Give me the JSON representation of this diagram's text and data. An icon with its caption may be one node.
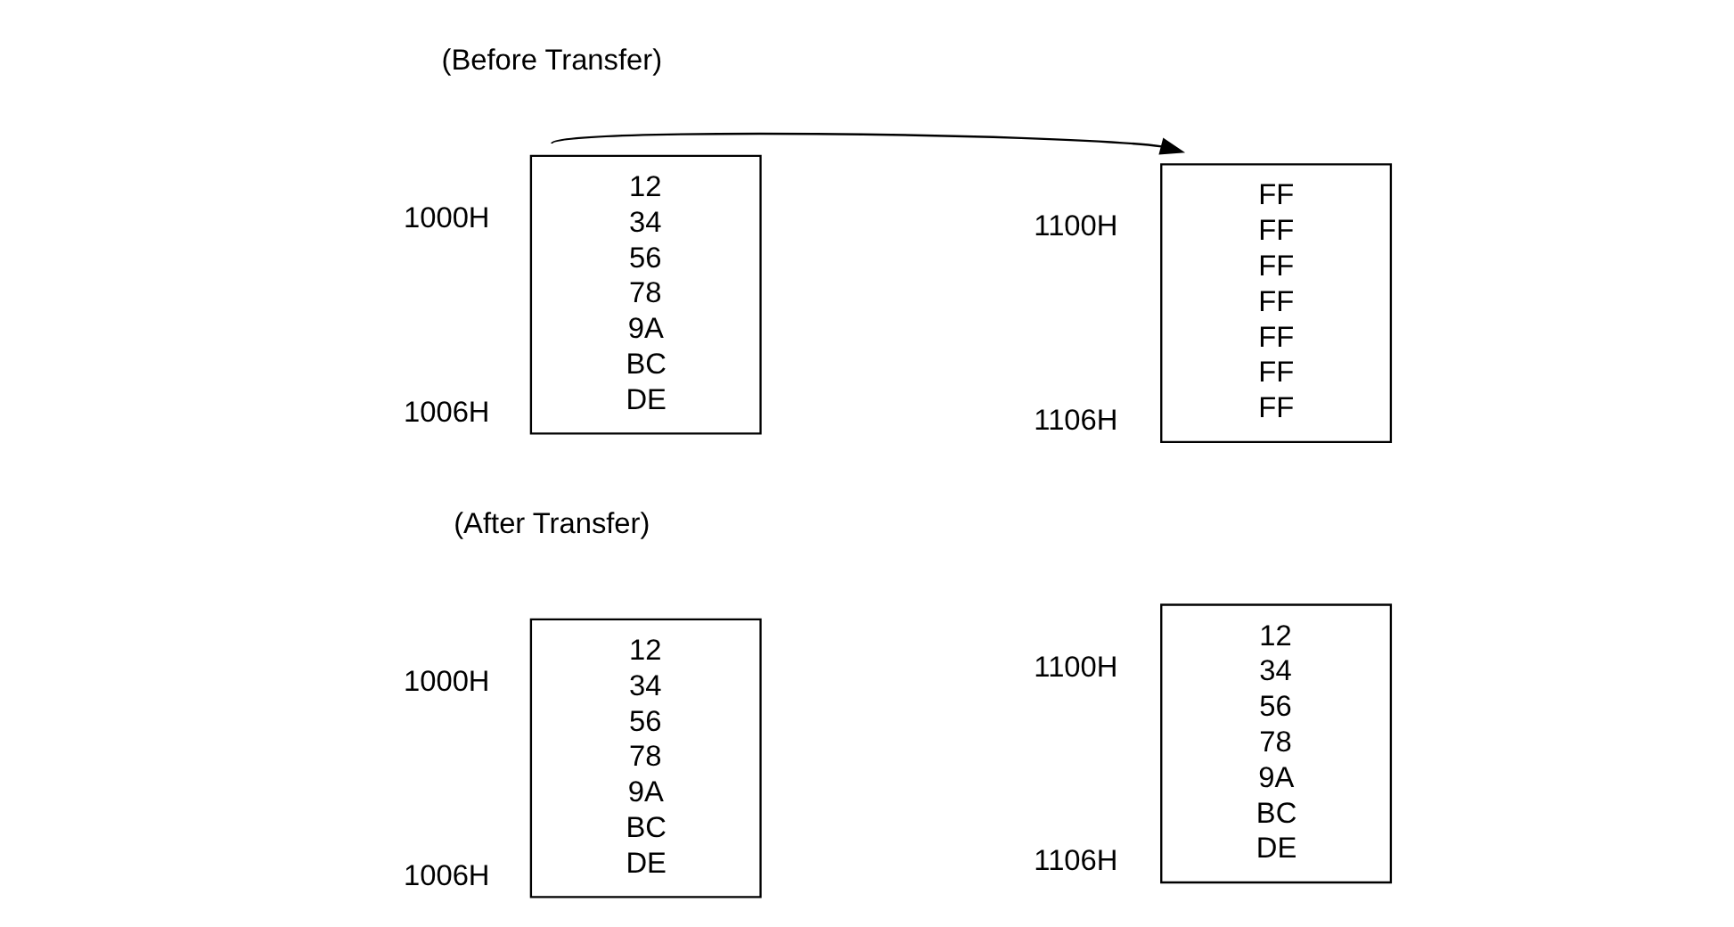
{
  "diagram": {
    "nodes": [
      {
        "text": [
          "12",
          "34",
          "56",
          "78",
          "9A",
          "BC",
          "DE"
        ],
        "beside": [
          "1000H",
          "1006H"
        ]
      },
      {
        "text": [
          "FF",
          "FF",
          "FF",
          "FF",
          "FF",
          "FF",
          "FF"
        ],
        "beside": [
          "1100H",
          "1106H"
        ]
      },
      {
        "text": [
          "12",
          "34",
          "56",
          "78",
          "9A",
          "BC",
          "DE"
        ],
        "beside": [
          "1000H",
          "1006H"
        ]
      },
      {
        "text": [
          "12",
          "34",
          "56",
          "78",
          "9A",
          "BC",
          "DE"
        ],
        "beside": [
          "1100H",
          "1106H"
        ]
      }
    ],
    "edges": [
      {
        "from": 0,
        "to": 1,
        "arrow": "to"
      }
    ],
    "labels": [
      "(Before Transfer)",
      "(After Transfer)"
    ]
  }
}
